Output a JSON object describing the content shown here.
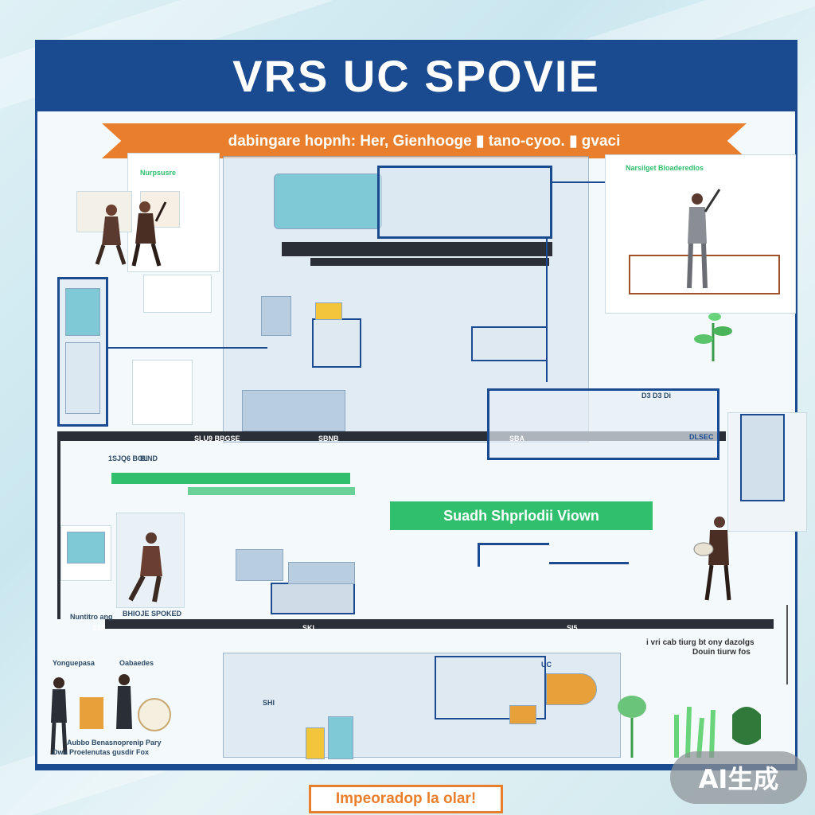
{
  "header": {
    "title": "VRS UC SPOVIE"
  },
  "ribbon": {
    "text": "dabingare hopnh: Her, Gienhooge ▮ tano-cyoo. ▮ gvaci"
  },
  "center_label": {
    "text": "Suadh Shprlodii Viown"
  },
  "footer": {
    "button_label": "Impeoradop la olar!"
  },
  "badge": {
    "text": "AI生成"
  },
  "notes": {
    "top_left_card": "Nurpsusre",
    "top_right_card": "Narsilget Bloaderedlos",
    "left_mid_caption": "Nuntitro ang",
    "left_mid_caption2": "BHIOJE SPOKED",
    "bottom_left_caption_a": "Aubbo Benasnoprenip Pary",
    "bottom_left_caption_b": "Dwa Proelenutas gusdir Fox",
    "bottom_left_header": "Yonguepasa",
    "bottom_left_header2": "Oabaedes",
    "right_mid_text_a": "i vri cab tiurg bt ony dazolgs",
    "right_mid_text_b": "Douin tiurw fos",
    "bar_label_1": "SLU9 BBGSE",
    "bar_label_2": "SBNB",
    "bar_label_3": "1SJQ6 BOL",
    "bar_label_4": "BIND",
    "bar_label_5": "SBA",
    "bar_label_6": "DLSEC",
    "bar_label_7": "D3 D3 Di",
    "bar_label_8": "S12",
    "bar_label_9": "SKL",
    "bar_label_10": "SI5",
    "bar_label_11": "UC",
    "bar_label_12": "SHI"
  },
  "colors": {
    "brand_blue": "#1a4a8f",
    "accent_orange": "#e97f2c",
    "accent_green": "#2fbf6d"
  }
}
